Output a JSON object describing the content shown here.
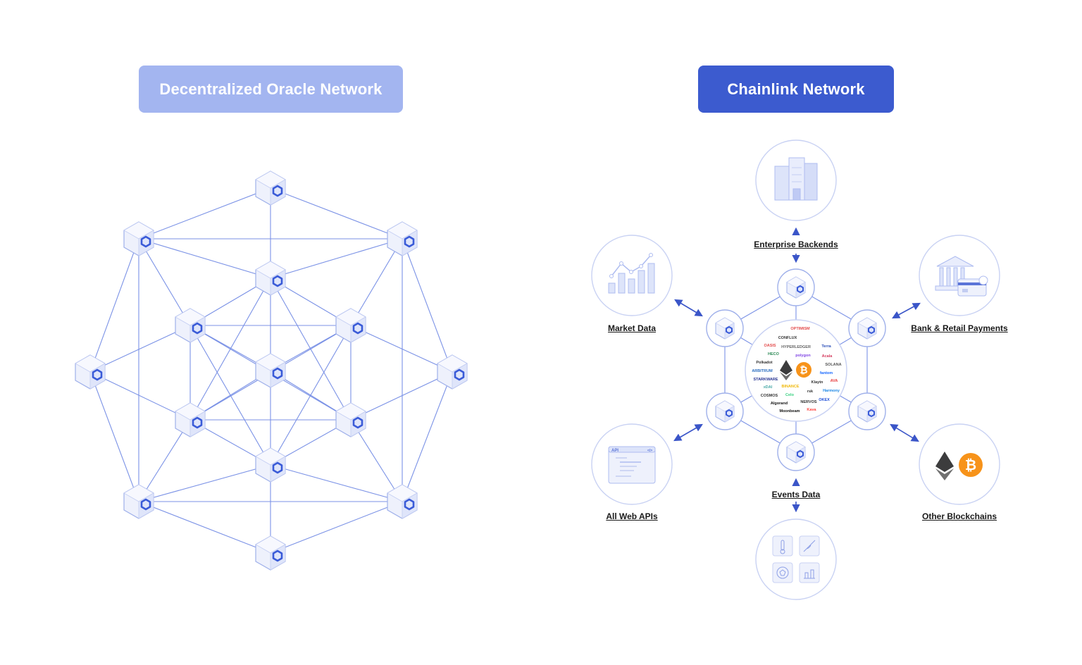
{
  "colors": {
    "left_badge": "#a3b5f0",
    "right_badge": "#3c5bcf",
    "edge": "#7b92e6",
    "node_face": "#e8ecfb",
    "node_stroke": "#9fb0ea",
    "link_logo": "#3a5bd8",
    "arrow": "#3a55c8",
    "circle_stroke": "#c9d2f3",
    "eth": "#3c3c3d",
    "btc": "#f7931a"
  },
  "left_title": "Decentralized Oracle Network",
  "right_title": "Chainlink Network",
  "categories": {
    "enterprise": "Enterprise Backends",
    "market": "Market Data",
    "bank": "Bank & Retail Payments",
    "apis": "All Web APIs",
    "events": "Events Data",
    "blockchains": "Other Blockchains"
  },
  "icons": {
    "enterprise": "building-icon",
    "market": "bar-chart-icon",
    "bank": "bank-card-icon",
    "apis": "api-window-icon",
    "events": "events-grid-icon",
    "blockchains": "eth-btc-icon"
  },
  "api_window_label": "API",
  "api_window_code": "</>",
  "bitcoin_symbol": "₿",
  "hub_logos": [
    "OPTIMISM",
    "CONFLUX",
    "OASIS",
    "HYPERLEDGER",
    "Terra",
    "HECO",
    "polygon",
    "Acala",
    "Polkadot",
    "SOLANA",
    "ARBITRUM",
    "fantom",
    "STARKWARE",
    "Klaytn",
    "AVA",
    "BINANCE",
    "rsk",
    "Harmony",
    "COSMOS",
    "xDAI",
    "NERVOS",
    "OKEX",
    "Algorand",
    "Kava",
    "Moonbeam",
    "Celo"
  ]
}
